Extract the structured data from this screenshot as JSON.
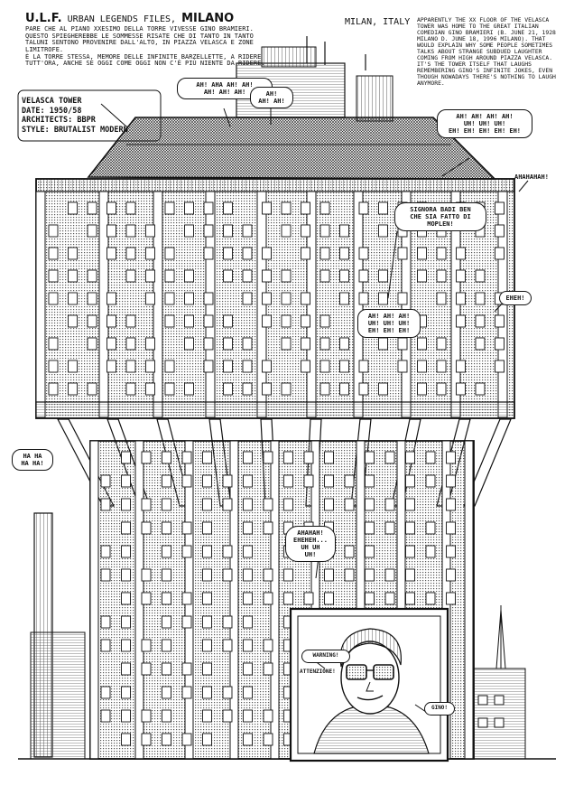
{
  "header": {
    "series": "U.L.F.",
    "series_sub": "URBAN LEGENDS FILES,",
    "city_label": "MILANO",
    "italian_text": "PARE CHE AL PIANO XXESIMO DELLA TORRE VIVESSE GINO BRAMIERI.\nQUESTO SPIEGHEREBBE LE SOMMESSE RISATE CHE DI TANTO IN TANTO TALUNI SENTONO PROVENIRE DALL'ALTO, IN PIAZZA VELASCA E ZONE LIMITROFE.\nÈ LA TORRE STESSA, MEMORE DELLE INFINITE BARZELLETTE, A RIDERE TUTT'ORA, ANCHE SE OGGI COME OGGI NON C'È PIÙ NIENTE DA RIDERE.",
    "location": "MILAN, ITALY",
    "english_text": "APPARENTLY THE XX FLOOR OF THE VELASCA TOWER WAS HOME TO THE GREAT ITALIAN COMEDIAN GINO BRAMIERI (B. JUNE 21, 1928 MILANO D. JUNE 18, 1996 MILANO). THAT WOULD EXPLAIN WHY SOME PEOPLE SOMETIMES TALKS ABOUT STRANGE SUBDUED LAUGHTER COMING FROM HIGH AROUND PIAZZA VELASCA.\nIT'S THE TOWER ITSELF THAT LAUGHS REMEMBERING GINO'S INFINITE JOKES, EVEN THOUGH NOWADAYS THERE'S NOTHING TO LAUGH ANYMORE."
  },
  "infobox": {
    "line1": "VELASCA TOWER",
    "line2": "DATE: 1950/58",
    "line3": "ARCHITECTS: BBPR",
    "line4": "STYLE: BRUTALIST MODERN"
  },
  "bubbles": {
    "top_laugh": "AH! AHA AH! AH!\nAH! AH! AH!",
    "small_laugh": "AH!\nAH! AH!",
    "right_laugh": "AH! AH! AH! AH!\nUH! UH! UH!\nEH! EH! EH! EH! EH!",
    "far_right": "AHAHAHAH!",
    "signora": "SIGNORA BADI BEN\nCHE SIA FATTO DI\nMOPLEN!",
    "center_laugh": "AH! AH! AH!\nUH! UH! UH!\nEH! EH! EH!",
    "eheh": "EHEH!",
    "left_haha": "HA HA\nHA HA!",
    "lower_laugh": "AHAHAH!\nEHEHEH...\nUH UH\nUH!",
    "warning": "WARNING!",
    "attenzione": "ATTENZIONE!",
    "gino": "GINO!"
  }
}
